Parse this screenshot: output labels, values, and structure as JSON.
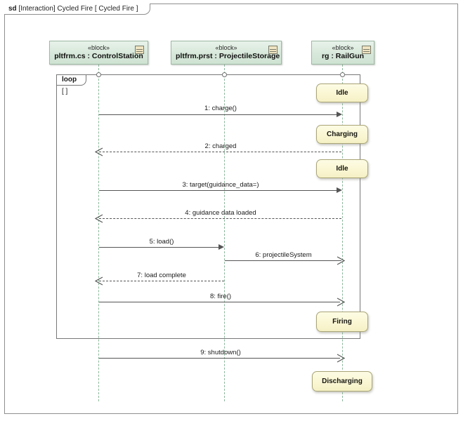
{
  "diagram": {
    "frame_keyword": "sd",
    "frame_title": "[Interaction] Cycled Fire [ Cycled Fire ]",
    "colors": {
      "lifeline_head_fill": "#d7e8da",
      "lifeline_head_border": "#9fb9a4",
      "lifeline_dash": "#8bb79a",
      "state_fill": "#faf6d2",
      "state_border": "#a9a577",
      "message_line": "#555555",
      "frame_border": "#8f8f8f"
    }
  },
  "lifelines": [
    {
      "stereotype": "«block»",
      "name": "pltfrm.cs : ControlStation",
      "icon": "block-icon"
    },
    {
      "stereotype": "«block»",
      "name": "pltfrm.prst : ProjectileStorage",
      "icon": "block-icon"
    },
    {
      "stereotype": "«block»",
      "name": "rg : RailGun",
      "icon": "block-icon"
    }
  ],
  "fragment": {
    "operator": "loop",
    "guard": "[ ]"
  },
  "messages": [
    {
      "label": "1: charge()",
      "from": 0,
      "to": 2,
      "kind": "call",
      "arrow": "filled"
    },
    {
      "label": "2: charged",
      "from": 2,
      "to": 0,
      "kind": "return",
      "arrow": "open"
    },
    {
      "label": "3: target(guidance_data=)",
      "from": 0,
      "to": 2,
      "kind": "call",
      "arrow": "filled"
    },
    {
      "label": "4: guidance data loaded",
      "from": 2,
      "to": 0,
      "kind": "return",
      "arrow": "open"
    },
    {
      "label": "5: load()",
      "from": 0,
      "to": 1,
      "kind": "call",
      "arrow": "filled"
    },
    {
      "label": "6: projectileSystem",
      "from": 1,
      "to": 2,
      "kind": "call",
      "arrow": "open"
    },
    {
      "label": "7: load complete",
      "from": 1,
      "to": 0,
      "kind": "return",
      "arrow": "open"
    },
    {
      "label": "8: fire()",
      "from": 0,
      "to": 2,
      "kind": "call",
      "arrow": "open"
    },
    {
      "label": "9: shutdown()",
      "from": 0,
      "to": 2,
      "kind": "call",
      "arrow": "open"
    }
  ],
  "states": [
    {
      "label": "Idle"
    },
    {
      "label": "Charging"
    },
    {
      "label": "Idle"
    },
    {
      "label": "Firing"
    },
    {
      "label": "Discharging"
    }
  ]
}
